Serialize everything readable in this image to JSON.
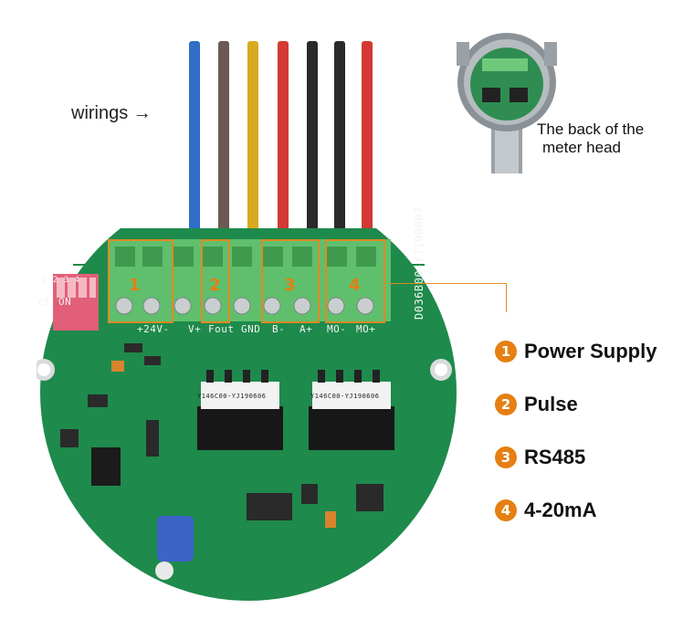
{
  "wirings_label": "wirings →",
  "back_caption": {
    "line1": "The back of the",
    "line2": "meter head"
  },
  "wire_colors": [
    "#2f6fc7",
    "#6a5a52",
    "#d9a91f",
    "#d23a33",
    "#2a2a2a",
    "#2a2a2a",
    "#d23a33"
  ],
  "terminal_labels": [
    "+24V-",
    "V+",
    "Fout",
    "GND",
    "B-",
    "A+",
    "MO-",
    "MO+"
  ],
  "terminal_groups": [
    "1",
    "2",
    "3",
    "4"
  ],
  "board_text": {
    "serial": "D036B00-YJ190807",
    "dip_on": "ON",
    "dip_ys": "YS",
    "dip_numbers": "1 2 3 4",
    "chip_a": "Y146C00-YJ190606",
    "chip_b": "Y146C00-YJ190606"
  },
  "legend": [
    {
      "badge": "1",
      "label": "Power Supply"
    },
    {
      "badge": "2",
      "label": "Pulse"
    },
    {
      "badge": "3",
      "label": "RS485"
    },
    {
      "badge": "4",
      "label": "4-20mA"
    }
  ],
  "colors": {
    "accent": "#e57f12",
    "pcb_green": "#1e8a4c",
    "terminal_green": "#5fbf6d"
  }
}
